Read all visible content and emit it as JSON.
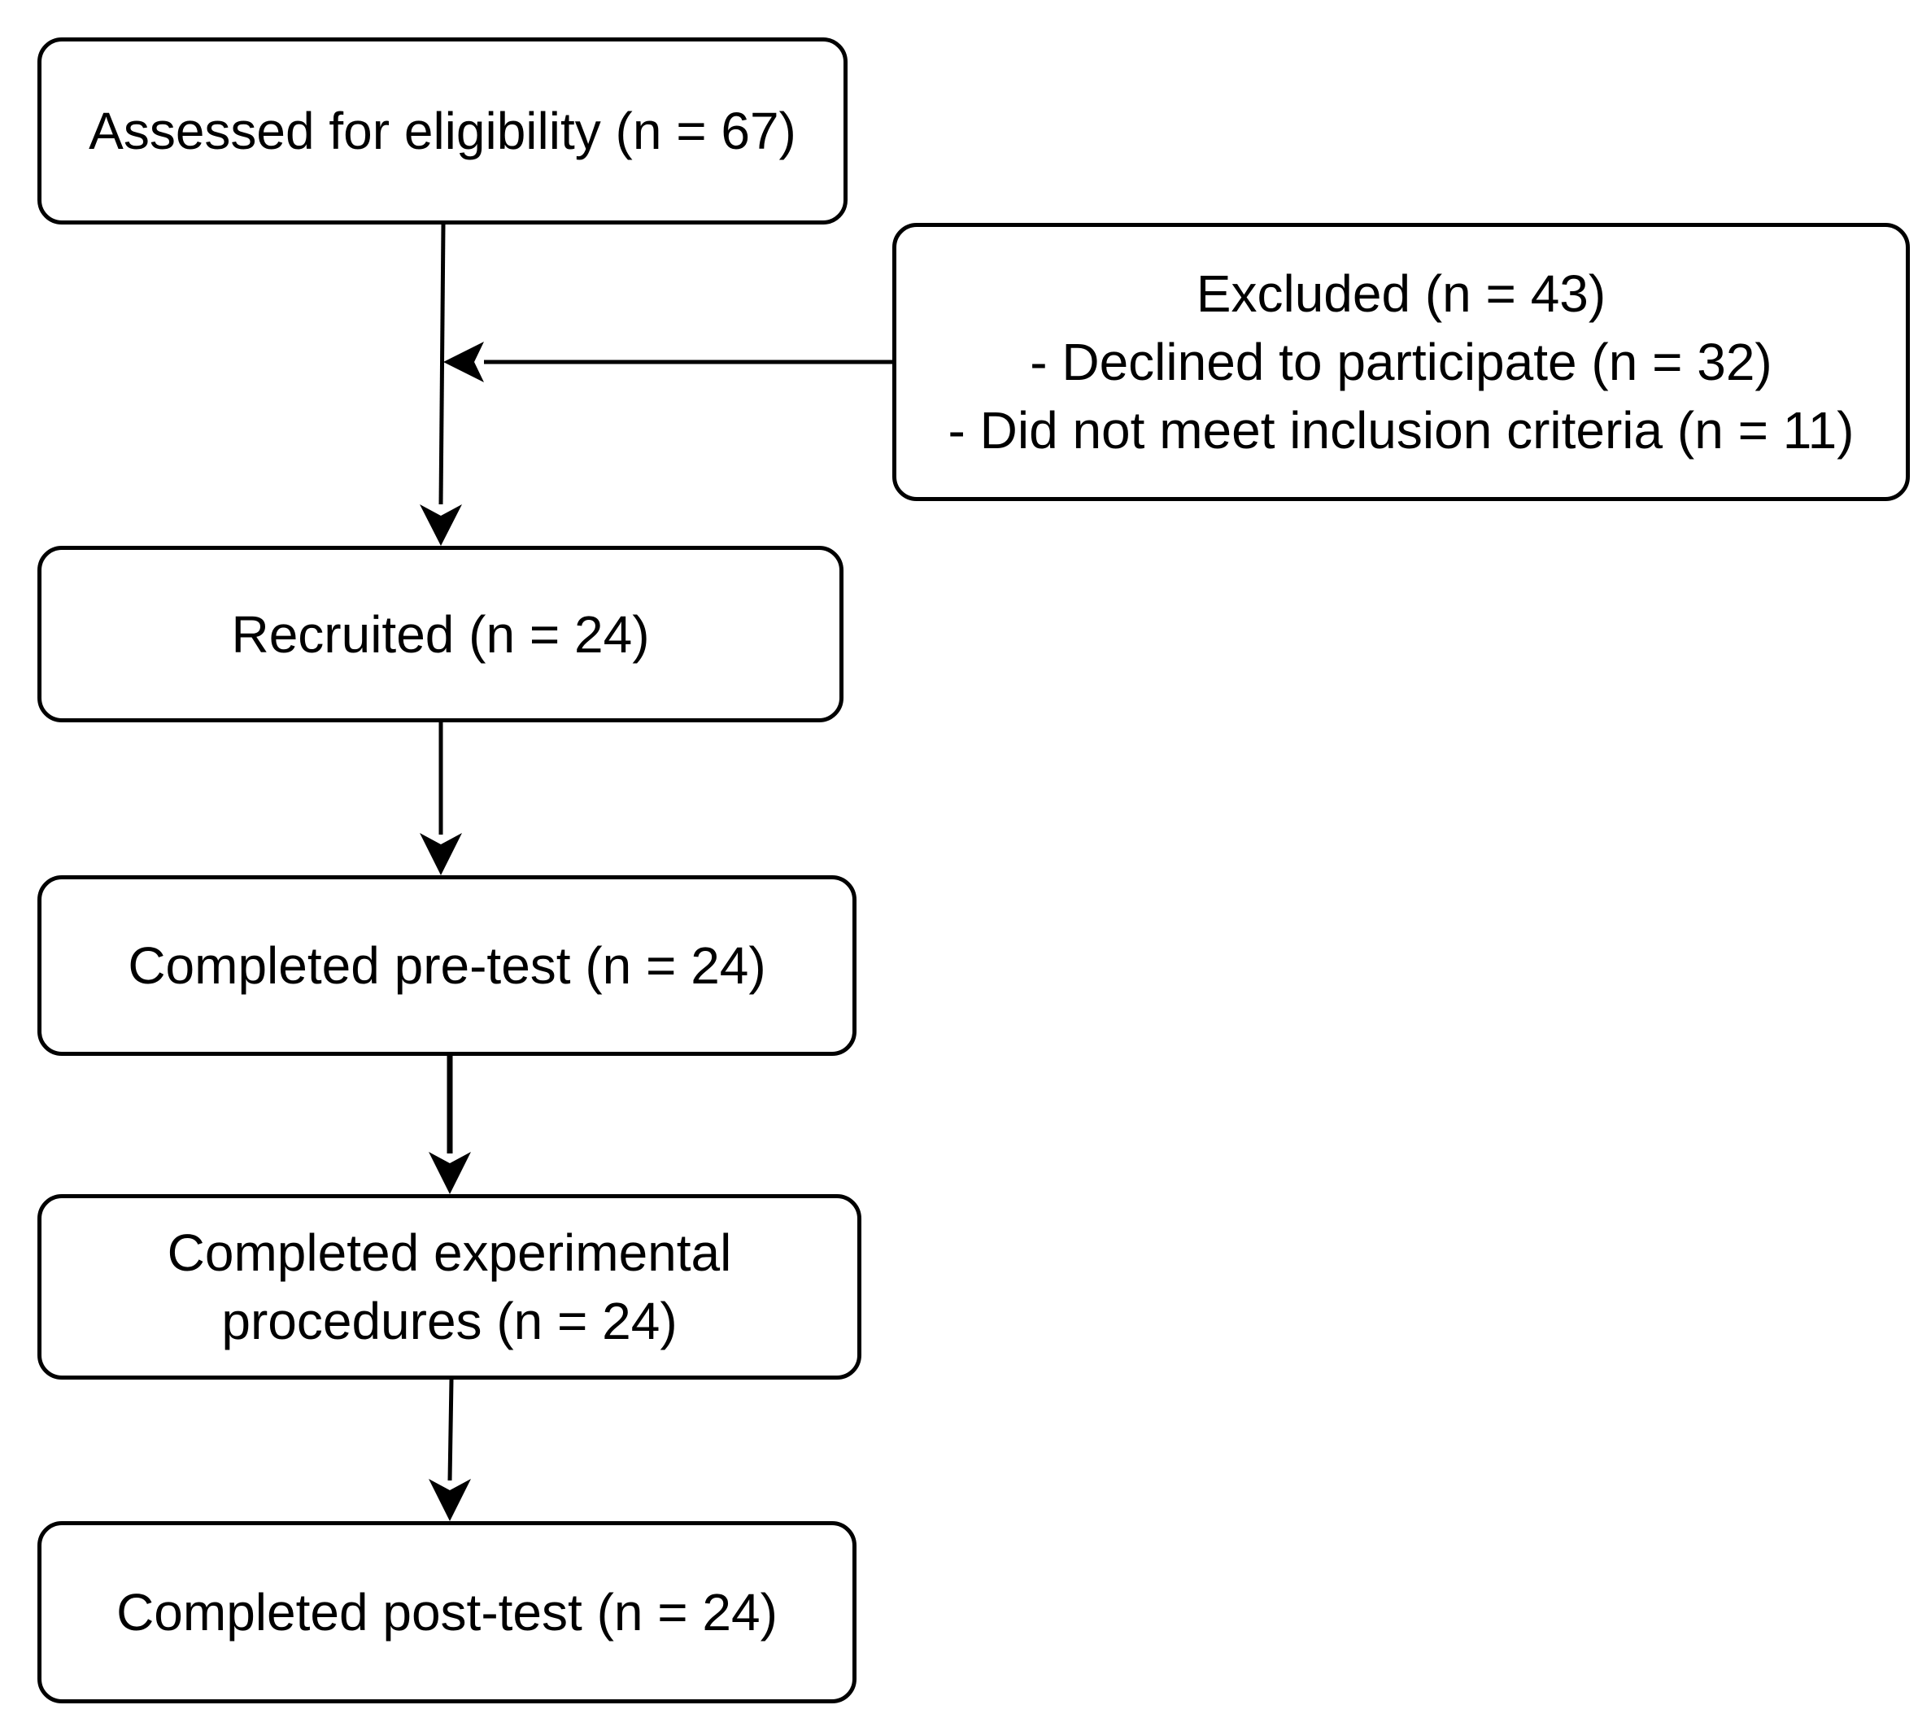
{
  "flowchart": {
    "assessed": {
      "label": "Assessed for eligibility (n = 67)"
    },
    "excluded": {
      "title": "Excluded (n = 43)",
      "reasons": [
        "- Declined to participate (n = 32)",
        "- Did not meet inclusion criteria (n = 11)"
      ]
    },
    "recruited": {
      "label": "Recruited (n = 24)"
    },
    "pretest": {
      "label": "Completed pre-test (n = 24)"
    },
    "experimental": {
      "lines": [
        "Completed experimental",
        "procedures (n = 24)"
      ]
    },
    "posttest": {
      "label": "Completed post-test (n = 24)"
    }
  },
  "colors": {
    "stroke": "#000000",
    "background": "#ffffff"
  }
}
